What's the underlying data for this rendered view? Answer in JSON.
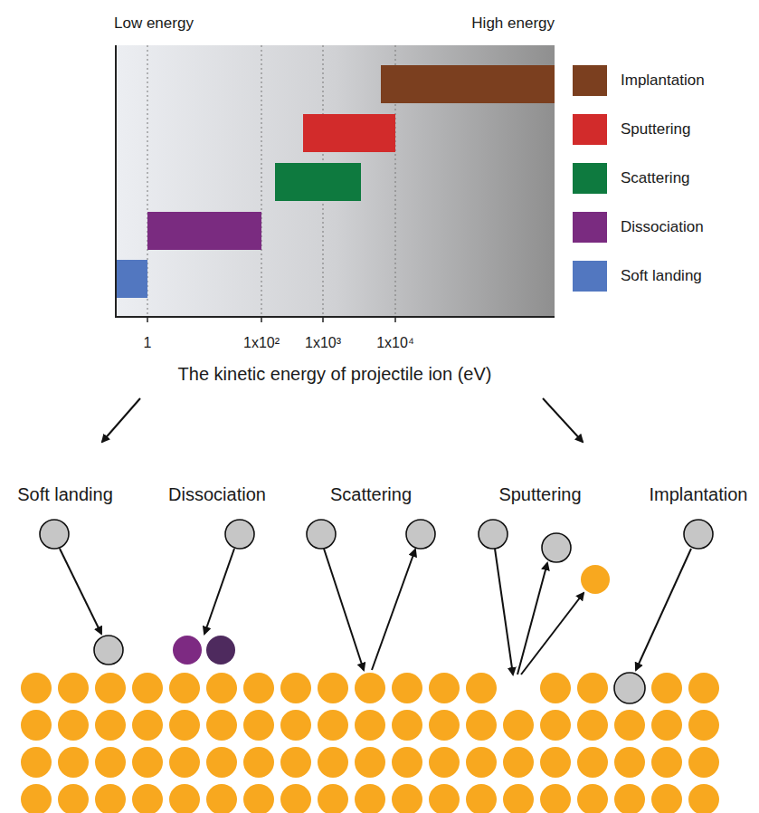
{
  "diagram": {
    "labels": [
      "Low energy",
      "High energy",
      "1",
      "1x10²",
      "1x10³",
      "1x10⁴",
      "The kinetic energy of projectile ion (eV)",
      "Soft landing",
      "Dissociation",
      "Scattering",
      "Sputtering",
      "Implantation"
    ],
    "legend": [
      {
        "text": "Implantation",
        "color": "#7b3f1f"
      },
      {
        "text": "Sputtering",
        "color": "#d22b2b"
      },
      {
        "text": "Scattering",
        "color": "#0e7a3f"
      },
      {
        "text": "Dissociation",
        "color": "#7a2b80"
      },
      {
        "text": "Soft landing",
        "color": "#5277c0"
      }
    ]
  }
}
